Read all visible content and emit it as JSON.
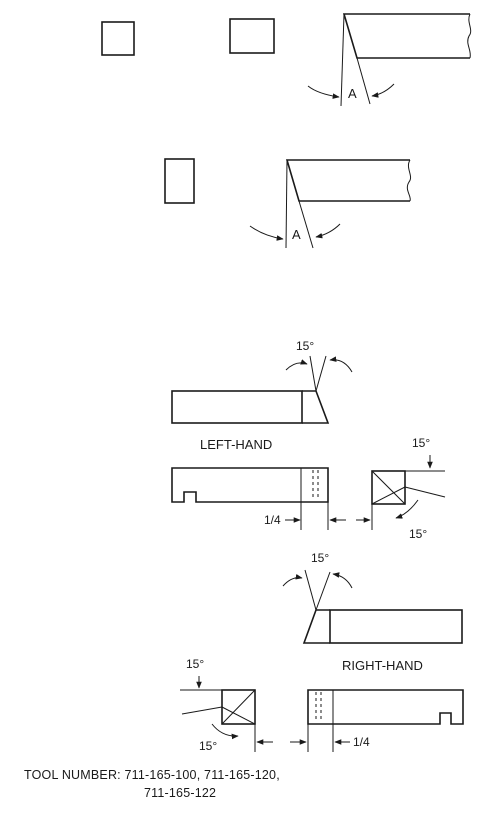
{
  "labels": {
    "angle_a_top": "A",
    "angle_a_middle": "A",
    "angle_15_lh_top": "15°",
    "left_hand": "LEFT-HAND",
    "angle_15_lh_end_top": "15°",
    "angle_15_lh_end_bottom": "15°",
    "dim_lh": "1/4",
    "angle_15_rh_top": "15°",
    "right_hand": "RIGHT-HAND",
    "angle_15_rh_end_top": "15°",
    "angle_15_rh_end_bottom": "15°",
    "dim_rh": "1/4"
  },
  "footer": {
    "line1": "TOOL NUMBER: 711-165-100, 711-165-120,",
    "line2": "711-165-122"
  },
  "colors": {
    "ink": "#1a1a1a",
    "background": "#ffffff"
  }
}
